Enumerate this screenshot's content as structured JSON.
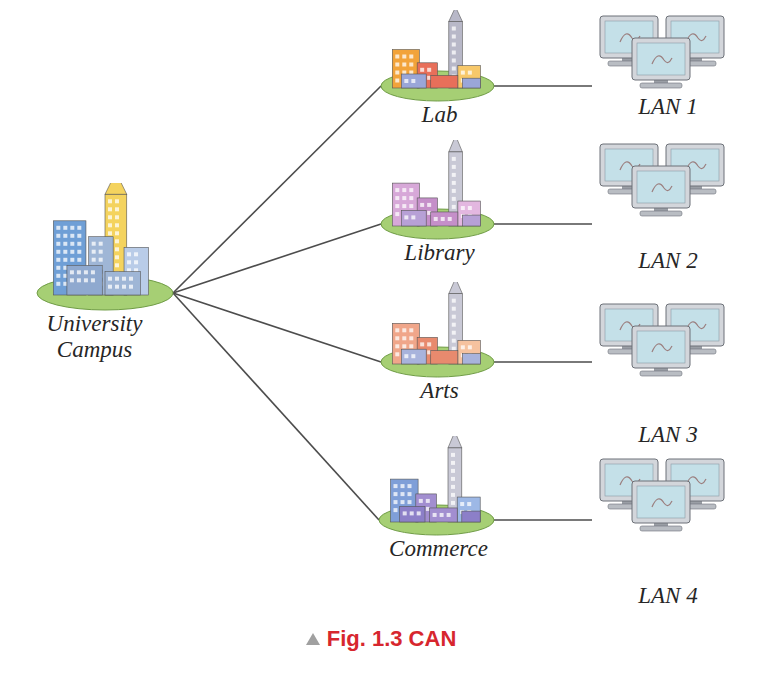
{
  "diagram": {
    "caption": "Fig. 1.3 CAN",
    "nodes": [
      {
        "text": [
          "University Campus"
        ]
      },
      {
        "text": [
          "Lab"
        ]
      },
      {
        "text": [
          "Library"
        ]
      },
      {
        "text": [
          "Arts"
        ]
      },
      {
        "text": [
          "Commerce"
        ]
      },
      {
        "text": [
          "LAN 1"
        ]
      },
      {
        "text": [
          "LAN 2"
        ]
      },
      {
        "text": [
          "LAN 3"
        ]
      },
      {
        "text": [
          "LAN 4"
        ]
      }
    ],
    "edges": [
      {
        "from": 0,
        "to": 1,
        "arrow": "none"
      },
      {
        "from": 0,
        "to": 2,
        "arrow": "none"
      },
      {
        "from": 0,
        "to": 3,
        "arrow": "none"
      },
      {
        "from": 0,
        "to": 4,
        "arrow": "none"
      },
      {
        "from": 1,
        "to": 5,
        "arrow": "none"
      },
      {
        "from": 2,
        "to": 6,
        "arrow": "none"
      },
      {
        "from": 3,
        "to": 7,
        "arrow": "none"
      },
      {
        "from": 4,
        "to": 8,
        "arrow": "none"
      }
    ]
  }
}
